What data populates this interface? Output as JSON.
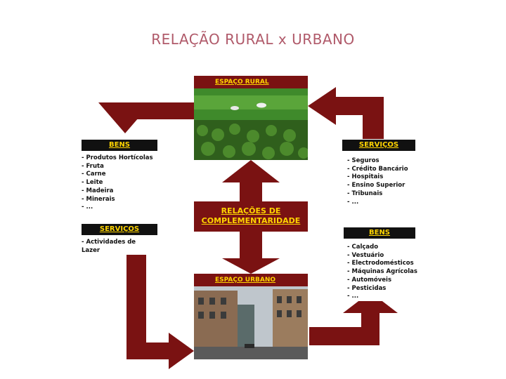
{
  "title": "RELAÇÃO RURAL x URBANO",
  "colors": {
    "arrow": "#7a1212",
    "header_bg": "#111111",
    "header_text": "#ffd400"
  },
  "rural": {
    "label": "ESPAÇO RURAL"
  },
  "urban": {
    "label": "ESPAÇO URBANO"
  },
  "center": {
    "line1": "RELAÇÕES DE",
    "line2": "COMPLEMENTARIDADE"
  },
  "left_bens": {
    "header": "BENS",
    "items": [
      "Produtos Hortícolas",
      "Fruta",
      "Carne",
      "Leite",
      "Madeira",
      "Minerais",
      "..."
    ]
  },
  "left_servicos": {
    "header": "SERVIÇOS",
    "text_line1": "- Actividades de",
    "text_line2": "Lazer"
  },
  "right_servicos": {
    "header": "SERVIÇOS",
    "items": [
      "Seguros",
      "Crédito Bancário",
      "Hospitais",
      "Ensino Superior",
      "Tribunais",
      "..."
    ]
  },
  "right_bens": {
    "header": "BENS",
    "items": [
      "Calçado",
      "Vestuário",
      "Electrodomésticos",
      "Máquinas Agrícolas",
      "Automóveis",
      "Pesticidas",
      "..."
    ]
  }
}
